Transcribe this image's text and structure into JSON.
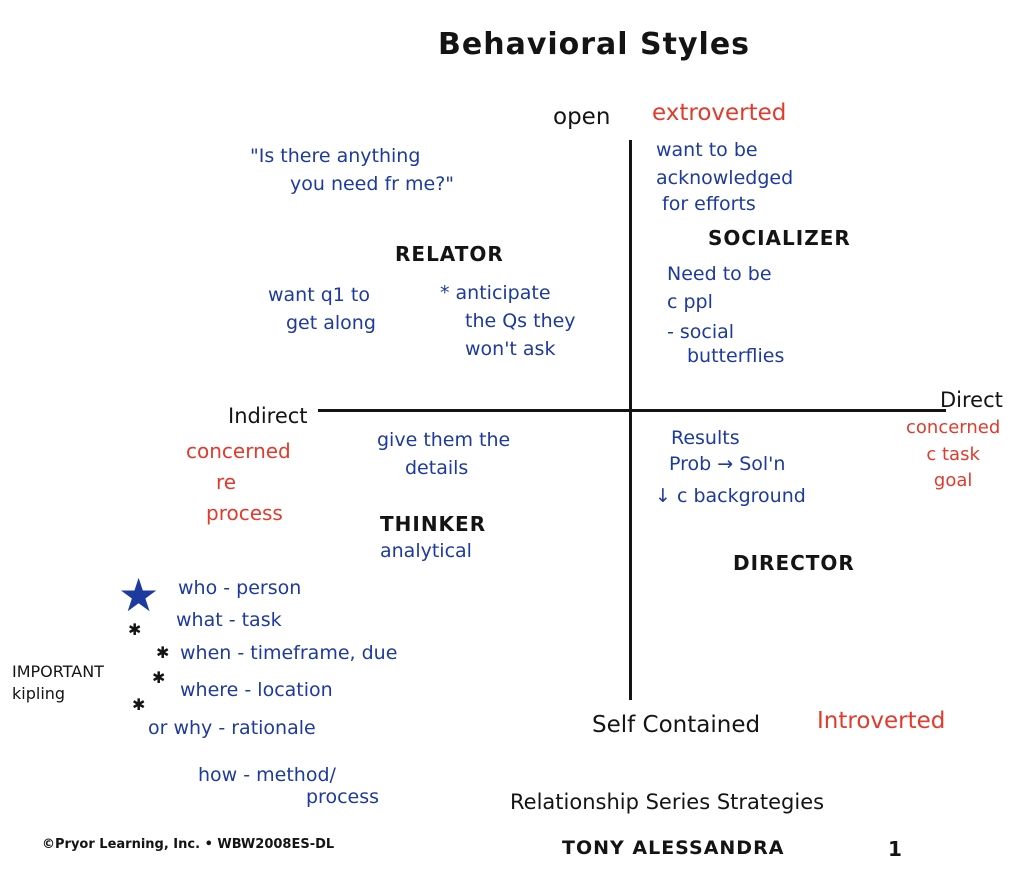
{
  "title": "Behavioral Styles",
  "axes": {
    "top": "open",
    "top_note": "extroverted",
    "bottom": "Self Contained",
    "bottom_note": "Introverted",
    "left": "Indirect",
    "left_note": [
      "concerned",
      "re",
      "process"
    ],
    "right": "Direct",
    "right_note": [
      "concerned",
      "c task",
      "goal"
    ]
  },
  "quadrants": {
    "relator": {
      "name": "RELATOR",
      "quote": [
        "\"Is there anything",
        "you need fr me?\""
      ],
      "notes_left": [
        "want q1 to",
        "get along"
      ],
      "notes_right": [
        "* anticipate",
        "the Qs they",
        "won't ask"
      ]
    },
    "socializer": {
      "name": "SOCIALIZER",
      "notes_top": [
        "want to be",
        "acknowledged",
        "for efforts"
      ],
      "notes_bottom": [
        "Need to be",
        "c ppl",
        "- social",
        "butterflies"
      ]
    },
    "thinker": {
      "name": "THINKER",
      "subtitle": "analytical",
      "notes": [
        "give them the",
        "details"
      ]
    },
    "director": {
      "name": "DIRECTOR",
      "notes": [
        "Results",
        "Prob → Sol'n",
        "↓ c background"
      ]
    }
  },
  "kipling": {
    "label": [
      "IMPORTANT",
      "kipling"
    ],
    "items": [
      "who - person",
      "what - task",
      "when - timeframe, due",
      "where - location",
      "or why - rationale",
      "how - method/",
      "process"
    ],
    "star_color": "#1d3a9e"
  },
  "footer": {
    "copyright": "©Pryor Learning, Inc.  •  WBW2008ES-DL",
    "series": "Relationship Series Strategies",
    "author": "TONY ALESSANDRA",
    "page": "1"
  },
  "colors": {
    "blue": "#1d3a9e",
    "red": "#e23a2c",
    "black": "#141414"
  }
}
